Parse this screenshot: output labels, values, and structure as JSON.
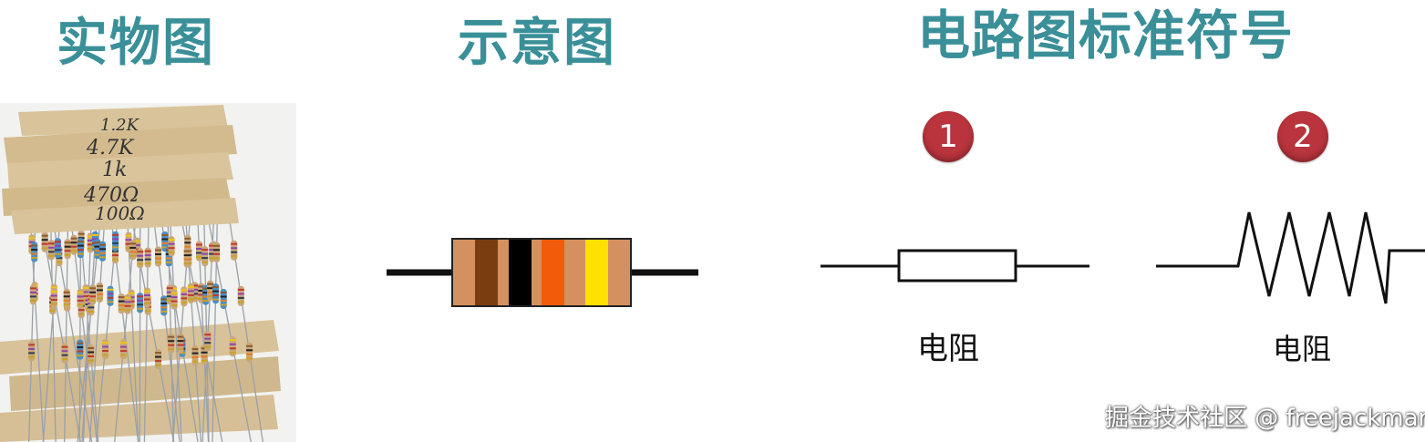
{
  "headings": {
    "photo": "实物图",
    "sketch": "示意图",
    "symbol": "电路图标准符号"
  },
  "photo": {
    "labels": [
      "1.2K",
      "4.7K",
      "1k",
      "470Ω",
      "100Ω"
    ]
  },
  "sketch": {
    "band_colors": [
      "#7a3d10",
      "#000000",
      "#f25b0c",
      "#ffe000"
    ],
    "body_color": "#d4905f"
  },
  "symbols": [
    {
      "number": "1",
      "caption": "电阻",
      "style": "rectangle"
    },
    {
      "number": "2",
      "caption": "电阻",
      "style": "zigzag"
    }
  ],
  "watermark": "掘金技术社区 @ freejackman",
  "colors": {
    "heading": "#3a8f98",
    "badge": "#b9343c"
  }
}
